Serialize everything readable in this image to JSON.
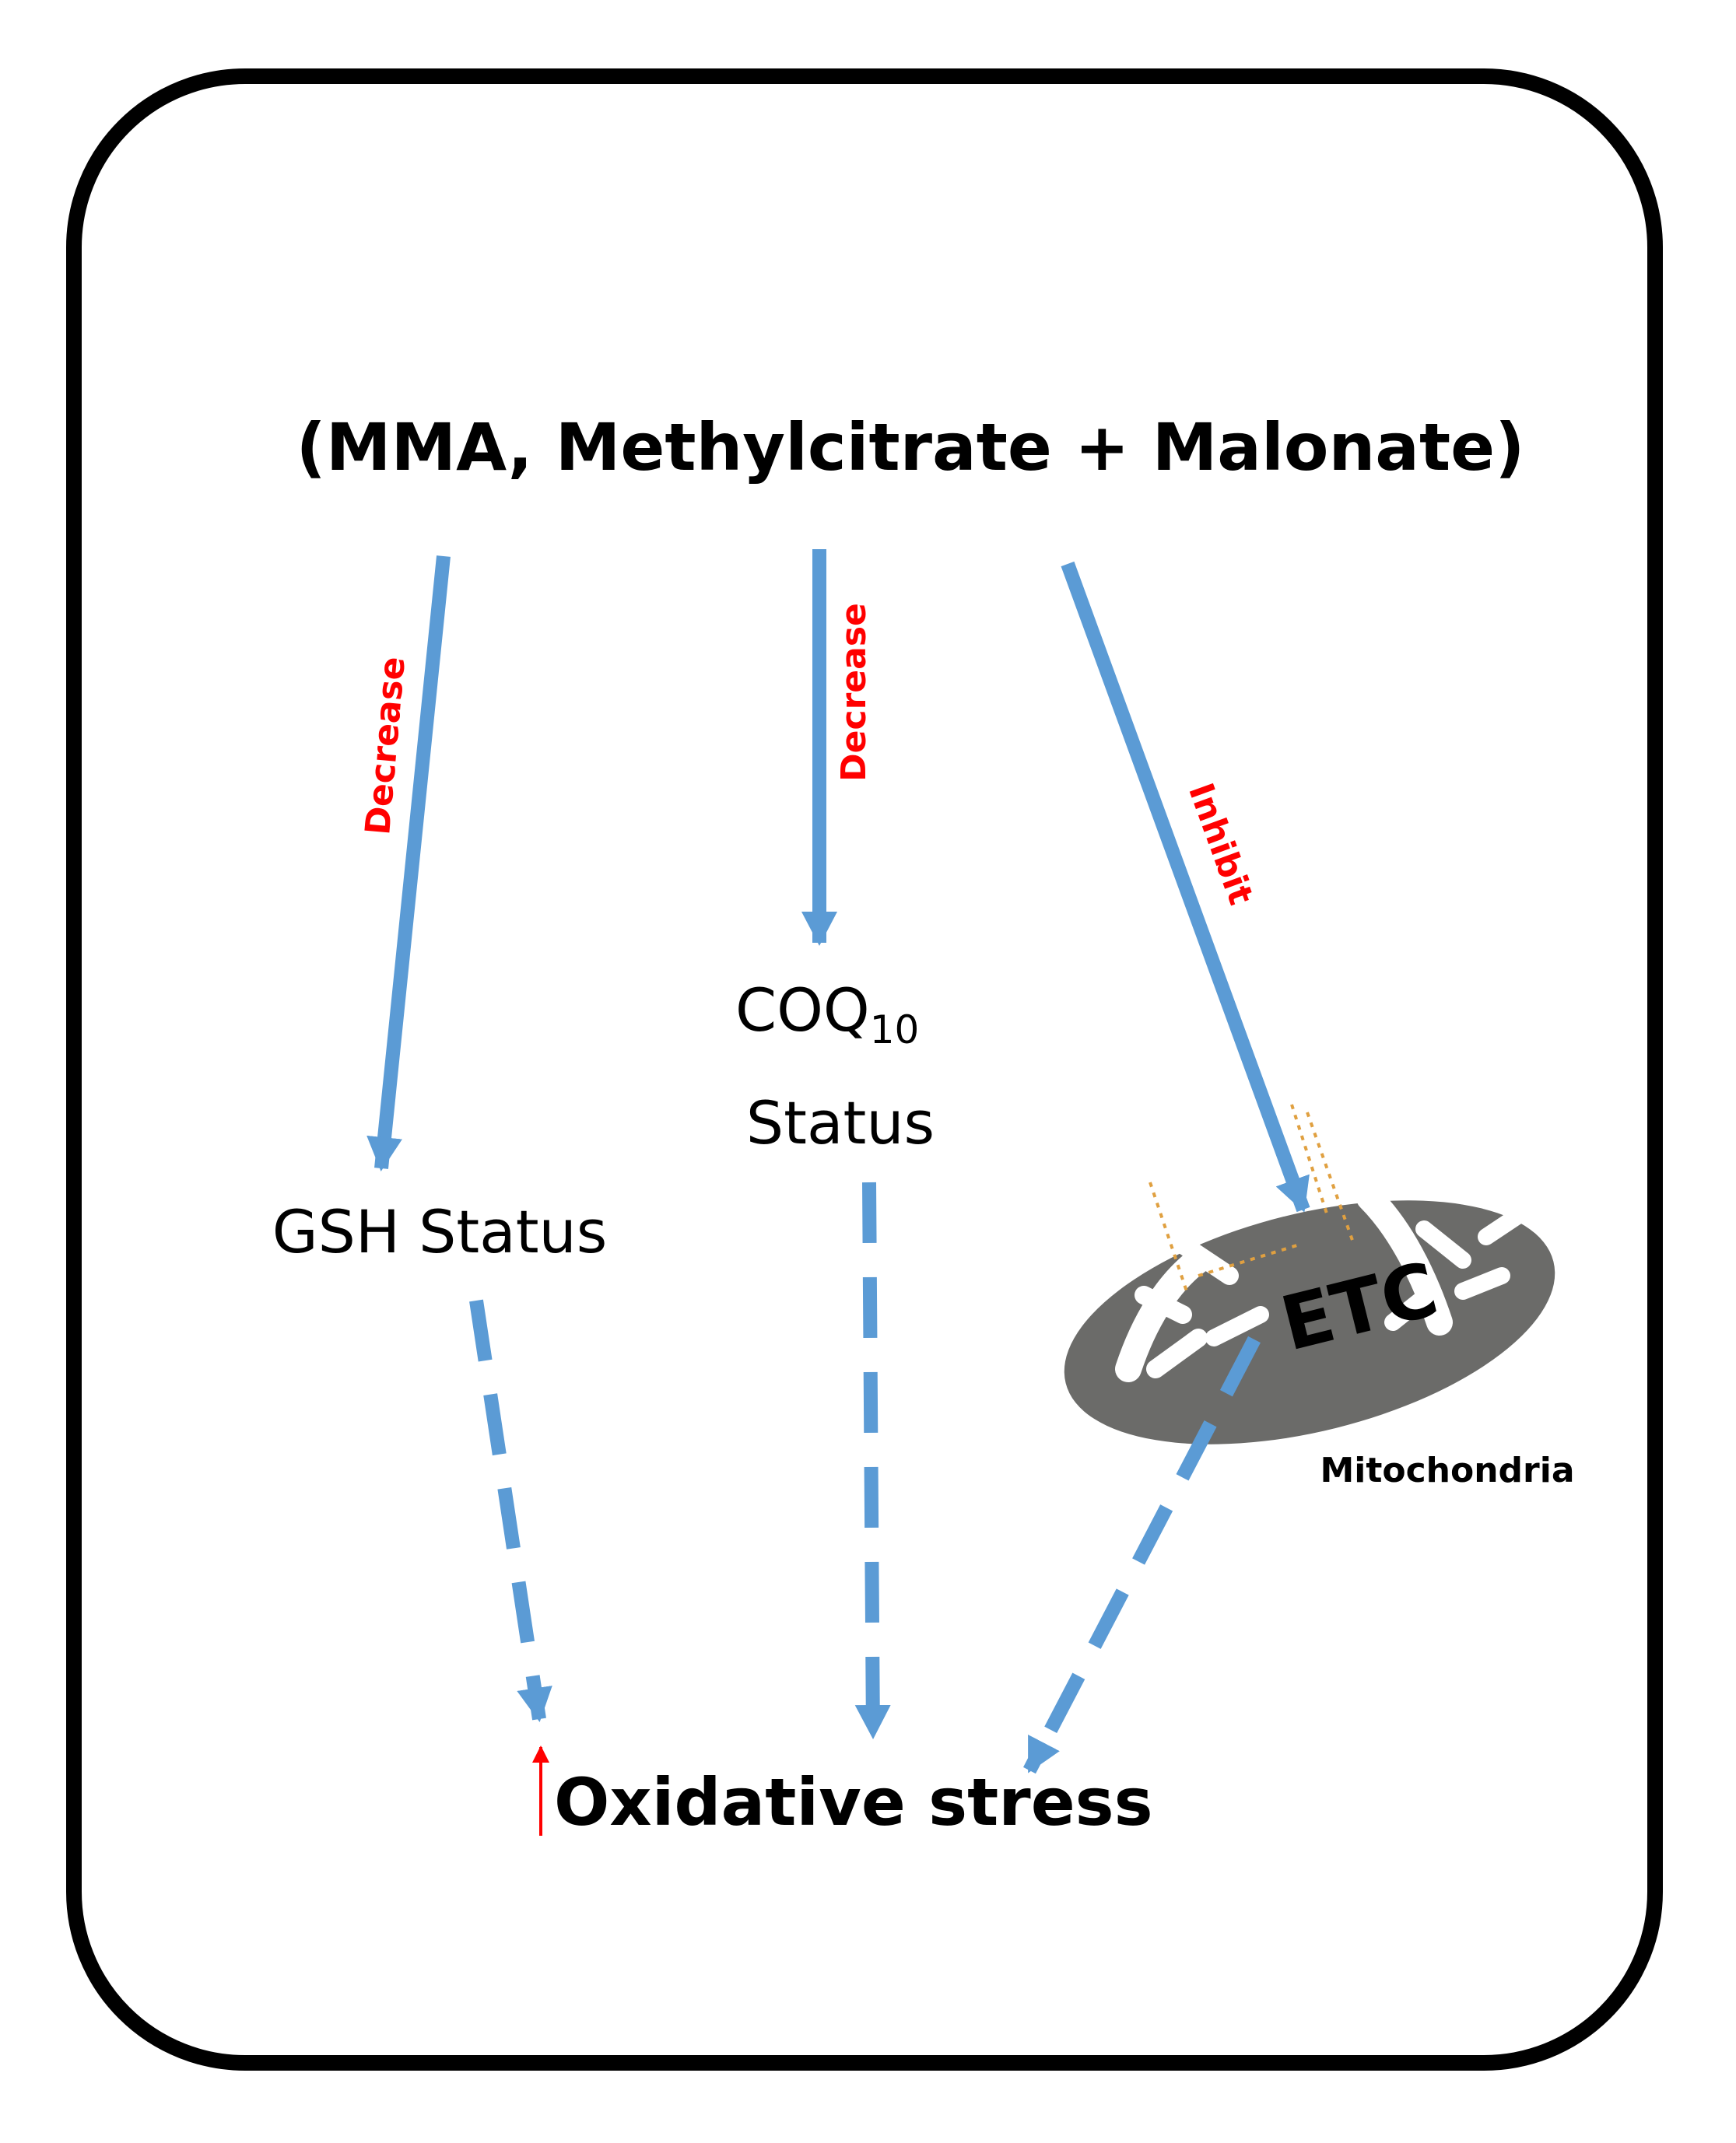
{
  "colors": {
    "arrow": "#5b9bd5",
    "label": "#ff0000",
    "frame": "#000000",
    "mito_body": "#6b6b69",
    "mito_cristae": "#ffffff"
  },
  "nodes": {
    "compounds": "(MMA, Methylcitrate + Malonate)",
    "gsh": "GSH Status",
    "coq_main": "COQ",
    "coq_sub": "10",
    "coq_status": "Status",
    "etc": "ETC",
    "mitochondria": "Mitochondria",
    "outcome": "Oxidative stress"
  },
  "edges": [
    {
      "from": "compounds",
      "to": "gsh",
      "label": "Decrease",
      "style": "solid"
    },
    {
      "from": "compounds",
      "to": "coq10",
      "label": "Decrease",
      "style": "solid"
    },
    {
      "from": "compounds",
      "to": "etc",
      "label": "Inhibit",
      "style": "solid"
    },
    {
      "from": "gsh",
      "to": "outcome",
      "label": "",
      "style": "dashed"
    },
    {
      "from": "coq10",
      "to": "outcome",
      "label": "",
      "style": "dashed"
    },
    {
      "from": "etc",
      "to": "outcome",
      "label": "",
      "style": "dashed"
    }
  ],
  "increase_icon": "up-arrow-icon"
}
